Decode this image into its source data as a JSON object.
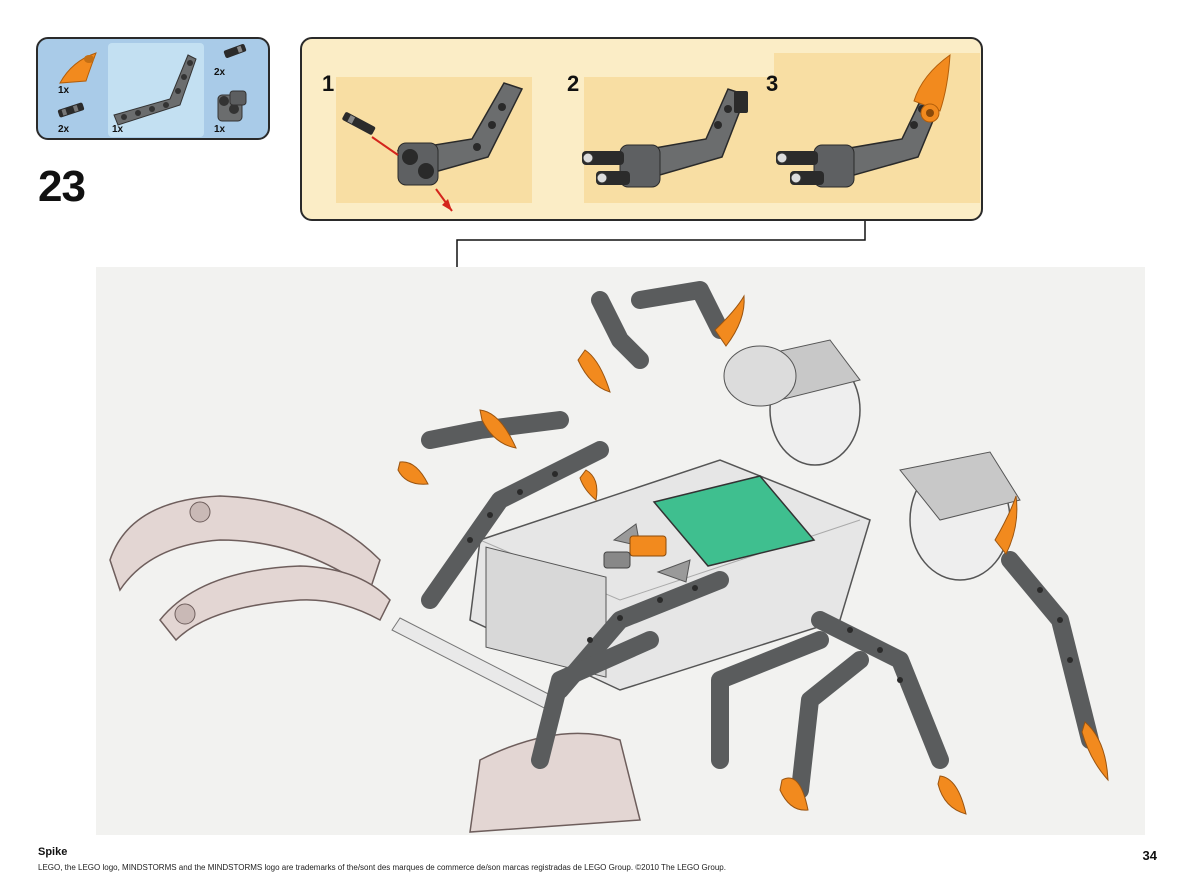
{
  "step": {
    "number": "23"
  },
  "parts": [
    {
      "name": "orange claw tooth",
      "qty": "1x"
    },
    {
      "name": "dark grey angled beam",
      "qty": "1x"
    },
    {
      "name": "black pin with bush",
      "qty": "2x"
    },
    {
      "name": "black connector pin",
      "qty": "2x"
    },
    {
      "name": "grey cross block",
      "qty": "1x"
    }
  ],
  "substeps": [
    {
      "label": "1"
    },
    {
      "label": "2"
    },
    {
      "label": "3"
    }
  ],
  "colors": {
    "parts_bg": "#a9cbe8",
    "sub_bg": "#fbedc6",
    "beam": "#6b6d6e",
    "accent": "#f28a1e",
    "screen": "#3fbf8f",
    "arrow": "#d4251c"
  },
  "footer": {
    "title": "Spike",
    "legal": "LEGO, the LEGO logo, MINDSTORMS and the MINDSTORMS logo are trademarks of the/sont des marques de commerce de/son marcas registradas de LEGO Group. ©2010 The LEGO Group.",
    "page": "34"
  }
}
